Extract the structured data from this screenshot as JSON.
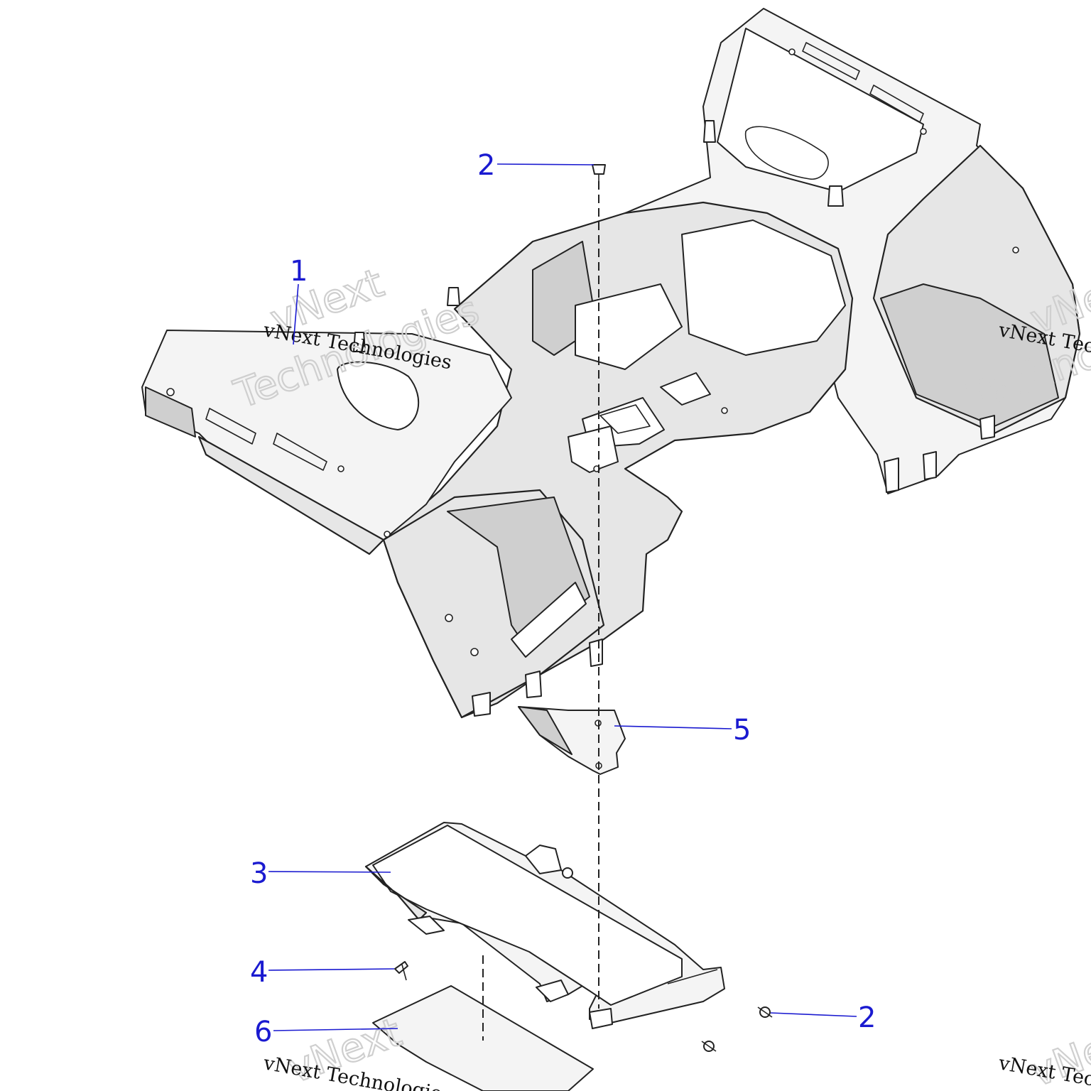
{
  "callouts": [
    {
      "id": "c1",
      "label": "1"
    },
    {
      "id": "c2a",
      "label": "2"
    },
    {
      "id": "c5",
      "label": "5"
    },
    {
      "id": "c3",
      "label": "3"
    },
    {
      "id": "c4",
      "label": "4"
    },
    {
      "id": "c6",
      "label": "6"
    },
    {
      "id": "c2b",
      "label": "2"
    }
  ],
  "watermark": {
    "mono_text": "vNext Technologies",
    "outline_line1": "vNext",
    "outline_line2": "Technologies"
  },
  "colors": {
    "callout": "#1a1ad0",
    "part_fill": "#e6e6e6",
    "outline": "#222222"
  }
}
